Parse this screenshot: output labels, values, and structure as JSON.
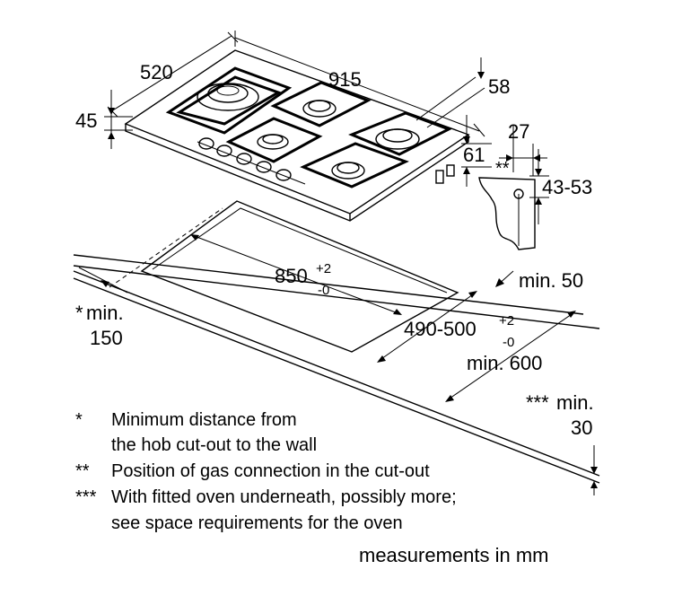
{
  "colors": {
    "ink": "#000000",
    "background": "#ffffff",
    "burner_cap": "#b8b8b8"
  },
  "dimensions": {
    "hob_depth": "520",
    "hob_width": "915",
    "hob_height": "45",
    "back_right_58": "58",
    "front_right_61": "61",
    "connection_27": "27",
    "connection_height": "43-53",
    "connection_marker": "**",
    "cutout_width": "850",
    "cutout_width_tol_plus": "+2",
    "cutout_width_tol_minus": "-0",
    "cutout_depth": "490-500",
    "cutout_depth_tol_plus": "+2",
    "cutout_depth_tol_minus": "-0",
    "min_50": "min. 50",
    "min_600": "min. 600",
    "wall_marker": "*",
    "min_150_a": "min.",
    "min_150_b": "150",
    "oven_marker": "***",
    "min_30_a": "min.",
    "min_30_b": "30"
  },
  "notes": [
    {
      "marker": "*",
      "line1": "Minimum distance from",
      "line2": "the hob cut-out to the wall"
    },
    {
      "marker": "**",
      "line1": "Position of gas connection in the cut-out",
      "line2": ""
    },
    {
      "marker": "***",
      "line1": "With fitted oven underneath, possibly more;",
      "line2": "see space requirements for the oven"
    }
  ],
  "units_note": "measurements in mm"
}
